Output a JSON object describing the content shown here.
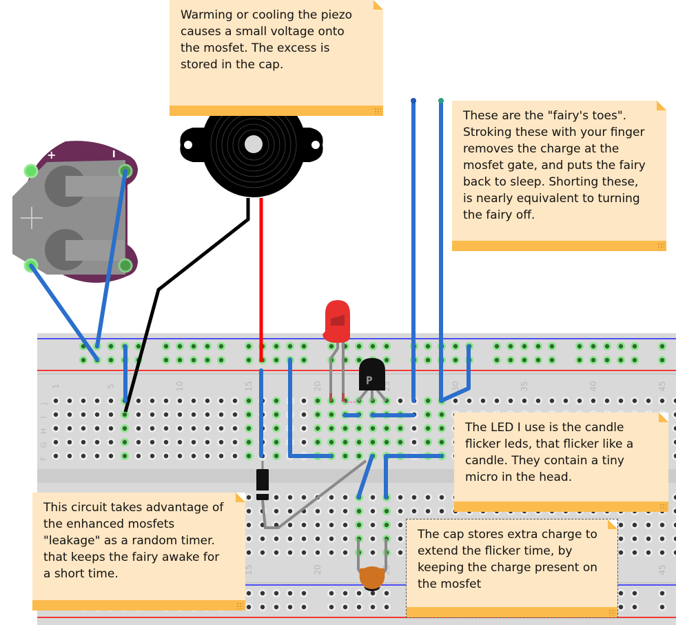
{
  "notes": {
    "piezo": "Warming or cooling the piezo\ncauses a small voltage onto\nthe mosfet.  The excess is\nstored in the cap.",
    "fairy_toes": "These are the \"fairy's toes\".\nStroking these with your finger\nremoves the charge at the\nmosfet gate, and puts the fairy\nback to sleep.  Shorting these,\nis nearly equivalent to turning\nthe fairy off.",
    "led": "The LED I use is the candle\nflicker leds, that flicker like a\ncandle. They contain a tiny\nmicro in the head.",
    "leakage": "This circuit takes advantage of\nthe enhanced mosfets\n\"leakage\" as a random timer.\nthat keeps the fairy awake for\na short time.",
    "cap": "The cap stores extra charge to\nextend the flicker time, by\nkeeping the charge present on\nthe mosfet"
  },
  "breadboard": {
    "top_row_labels": [
      "J",
      "I",
      "H",
      "G",
      "F"
    ],
    "column_labels": [
      "1",
      "5",
      "10",
      "15",
      "20",
      "25",
      "30",
      "35",
      "40",
      "45"
    ],
    "bottom_column_labels": [
      "15",
      "20",
      "25",
      "45"
    ]
  },
  "components": {
    "battery_holder": {
      "plus_label": "+",
      "minus_label": "−",
      "center_label": "+"
    },
    "transistor": {
      "label": "P"
    },
    "led": {
      "color": "#e8302f"
    },
    "piezo": {
      "color": "#000000"
    },
    "capacitor": {
      "color": "#cf7320"
    }
  },
  "colors": {
    "wire_blue": "#2b6fcc",
    "wire_red": "#ff0000",
    "wire_black": "#000000",
    "note_bg": "#fee7c4",
    "note_bar": "#fbbb4d",
    "board_purple": "#6b2c57",
    "rail_red": "#ff0000",
    "rail_blue": "#2020ff"
  }
}
